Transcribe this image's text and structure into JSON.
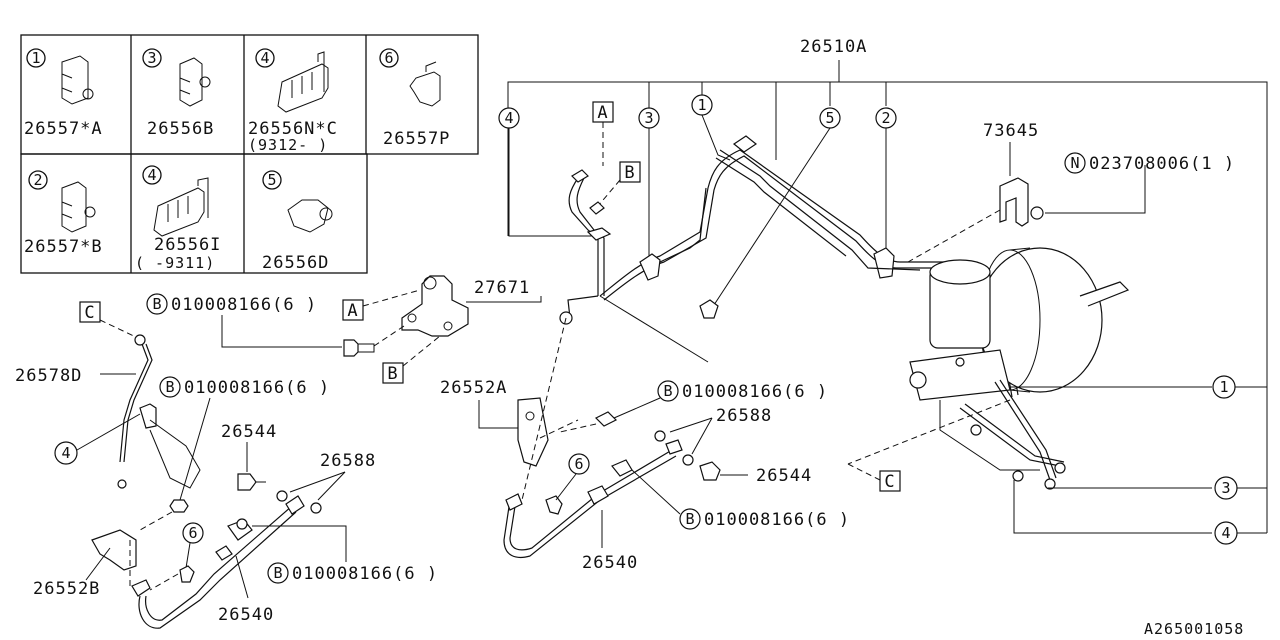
{
  "legend": {
    "cells": [
      {
        "num": "1",
        "part": "26557*A"
      },
      {
        "num": "3",
        "part": "26556B"
      },
      {
        "num": "4",
        "part": "26556N*C",
        "note": "(9312-   )"
      },
      {
        "num": "6",
        "part": "26557P"
      },
      {
        "num": "2",
        "part": "26557*B"
      },
      {
        "num": "4",
        "part": "26556I",
        "note": "(   -9311)"
      },
      {
        "num": "5",
        "part": "26556D"
      }
    ]
  },
  "callouts": {
    "c1": "1",
    "c2": "2",
    "c3": "3",
    "c4": "4",
    "c5": "5",
    "c6": "6"
  },
  "letters": {
    "A": "A",
    "B": "B",
    "C": "C",
    "N": "N"
  },
  "parts": {
    "p26510A": "26510A",
    "p73645": "73645",
    "nut": "023708006(1 )",
    "p27671": "27671",
    "bolt": "010008166(6 )",
    "p26578D": "26578D",
    "p26552A": "26552A",
    "p26552B": "26552B",
    "p26544": "26544",
    "p26588": "26588",
    "p26540": "26540"
  },
  "diagram_id": "A265001058"
}
